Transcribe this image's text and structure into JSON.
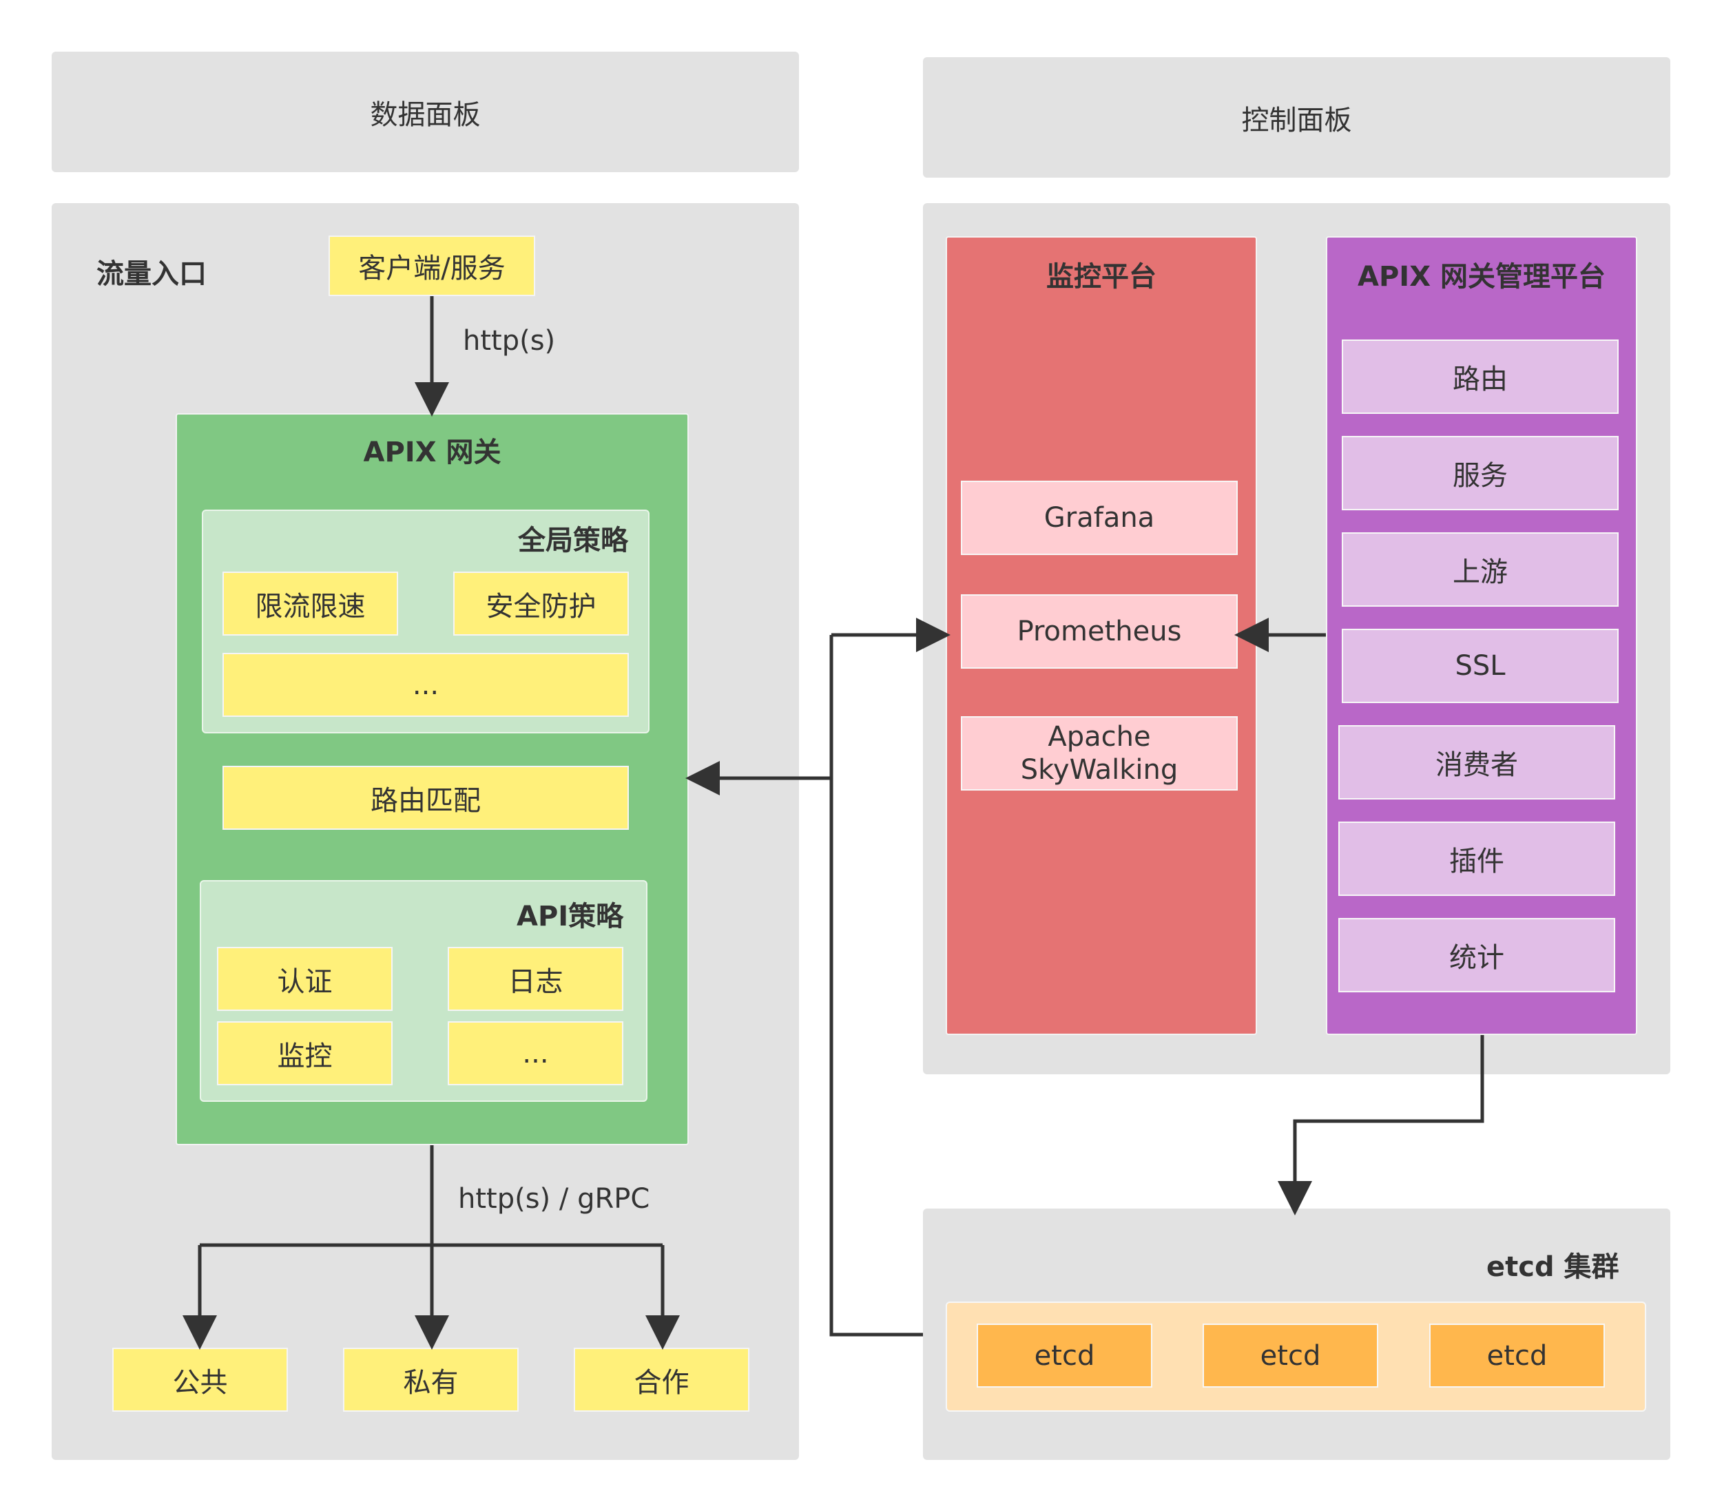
{
  "panels": {
    "data_plane": "数据面板",
    "control_plane": "控制面板"
  },
  "ingress": {
    "label": "流量入口",
    "client": "客户端/服务",
    "protocol_in": "http(s)"
  },
  "gateway": {
    "title": "APIX 网关",
    "global_policy": {
      "title": "全局策略",
      "items": [
        "限流限速",
        "安全防护",
        "..."
      ]
    },
    "route_match": "路由匹配",
    "api_policy": {
      "title": "API策略",
      "items": [
        "认证",
        "日志",
        "监控",
        "..."
      ]
    },
    "protocol_out": "http(s) / gRPC"
  },
  "upstreams": [
    "公共",
    "私有",
    "合作"
  ],
  "monitoring": {
    "title": "监控平台",
    "items": [
      "Grafana",
      "Prometheus",
      "Apache\nSkyWalking"
    ]
  },
  "management": {
    "title": "APIX 网关管理平台",
    "items": [
      "路由",
      "服务",
      "上游",
      "SSL",
      "消费者",
      "插件",
      "统计"
    ]
  },
  "etcd_cluster": {
    "title": "etcd 集群",
    "nodes": [
      "etcd",
      "etcd",
      "etcd"
    ]
  },
  "colors": {
    "panel": "#e2e2e2",
    "gateway": "#80c883",
    "policy": "#c7e6c9",
    "yellow": "#fff07a",
    "monitor": "#e57373",
    "pink": "#ffcdd2",
    "mgmt": "#b967c8",
    "lavender": "#e1bee7",
    "etcd_box": "#ffe0b2",
    "etcd_node": "#ffb74d",
    "arrow": "#333333"
  }
}
